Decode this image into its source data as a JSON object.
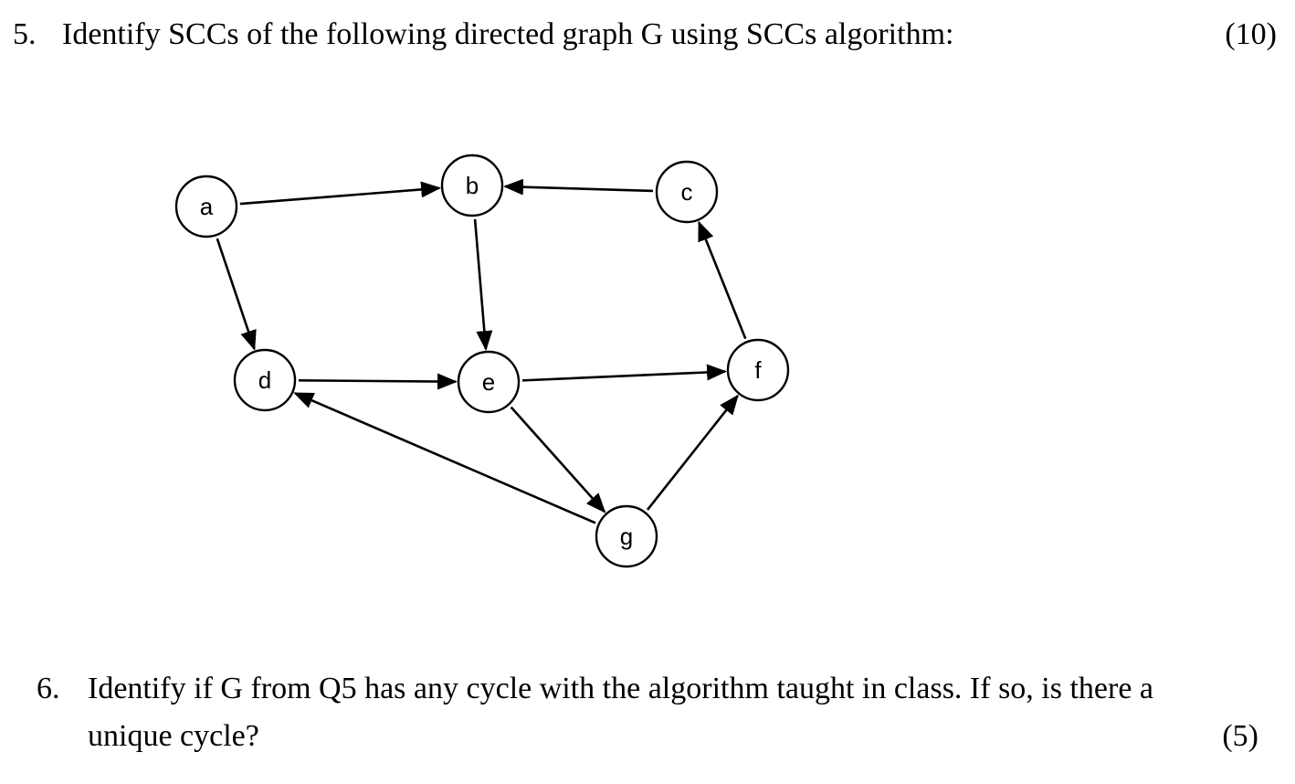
{
  "question5": {
    "number": "5.",
    "text": "Identify SCCs of the following directed graph G using SCCs algorithm:",
    "points": "(10)"
  },
  "graph": {
    "nodes": [
      {
        "id": "a",
        "label": "a"
      },
      {
        "id": "b",
        "label": "b"
      },
      {
        "id": "c",
        "label": "c"
      },
      {
        "id": "d",
        "label": "d"
      },
      {
        "id": "e",
        "label": "e"
      },
      {
        "id": "f",
        "label": "f"
      },
      {
        "id": "g",
        "label": "g"
      }
    ],
    "edges": [
      {
        "from": "a",
        "to": "b"
      },
      {
        "from": "a",
        "to": "d"
      },
      {
        "from": "c",
        "to": "b"
      },
      {
        "from": "b",
        "to": "e"
      },
      {
        "from": "d",
        "to": "e"
      },
      {
        "from": "e",
        "to": "f"
      },
      {
        "from": "f",
        "to": "c"
      },
      {
        "from": "e",
        "to": "g"
      },
      {
        "from": "g",
        "to": "d"
      },
      {
        "from": "g",
        "to": "f"
      }
    ]
  },
  "question6": {
    "number": "6.",
    "text_line1": "Identify if G  from Q5 has any cycle with the algorithm taught in class. If so, is there a",
    "text_line2": "unique cycle?",
    "points": "(5)"
  }
}
